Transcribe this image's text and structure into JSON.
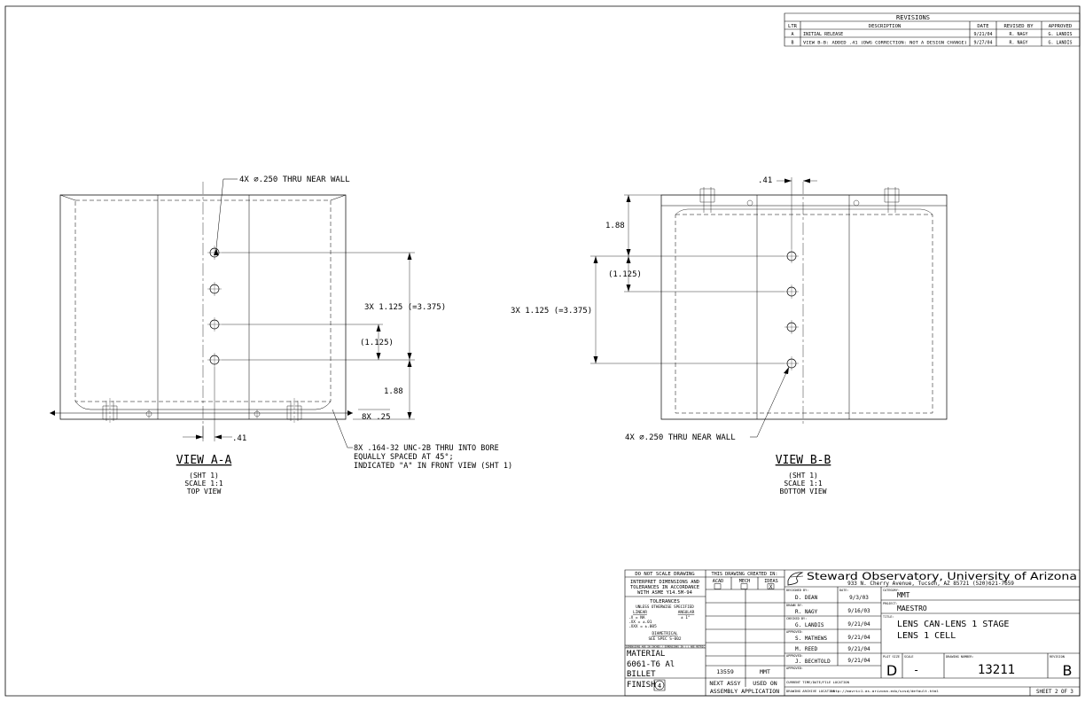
{
  "revisions": {
    "title": "REVISIONS",
    "headers": [
      "LTR",
      "DESCRIPTION",
      "DATE",
      "REVISED BY",
      "APPROVED"
    ],
    "rows": [
      [
        "A",
        "INITIAL RELEASE",
        "9/21/04",
        "R. NAGY",
        "G. LANDIS"
      ],
      [
        "B",
        "VIEW B-B: ADDED .41 (DWG CORRECTION: NOT A DESIGN CHANGE)",
        "9/27/04",
        "R. NAGY",
        "G. LANDIS"
      ]
    ]
  },
  "view_aa": {
    "title": "VIEW A-A",
    "sub": [
      "(SHT 1)",
      "SCALE 1:1",
      "TOP VIEW"
    ],
    "note_holes": "4X ⌀.250 THRU NEAR WALL",
    "dim_pattern": "3X 1.125 (=3.375)",
    "dim_ref": "(1.125)",
    "dim_edge": "1.88",
    "dim_offset": ".41",
    "dim_chamfer": "8X .25",
    "note_tapped": [
      "8X .164-32 UNC-2B THRU INTO BORE",
      "EQUALLY SPACED AT 45°;",
      "INDICATED \"A\" IN FRONT VIEW (SHT 1)"
    ]
  },
  "view_bb": {
    "title": "VIEW B-B",
    "sub": [
      "(SHT 1)",
      "SCALE 1:1",
      "BOTTOM VIEW"
    ],
    "note_holes": "4X ⌀.250 THRU NEAR WALL",
    "dim_pattern": "3X 1.125 (=3.375)",
    "dim_ref": "(1.125)",
    "dim_edge": "1.88",
    "dim_offset": ".41"
  },
  "title_block": {
    "scale_note": "DO NOT SCALE DRAWING",
    "interpret": [
      "INTERPRET DIMENSIONS AND",
      "TOLERANCES IN ACCORDANCE",
      "WITH ASME Y14.5M-94"
    ],
    "tolerances_title": "TOLERANCES",
    "tolerances_sub": "UNLESS OTHERWISE SPECIFIED",
    "linear_label": "LINEAR",
    "angular_label": "ANGULAR",
    "tol_lines": [
      ".X  = NA",
      ".XX  = ±.01",
      ".XXX = ±.005"
    ],
    "angular_value": "± 1°",
    "diametrical_label": "DIAMETRICAL",
    "diametrical_value": "SEE SPEC S-002",
    "fine_print": "DIMENSIONS ARE IN INCHES / DIMENSIONS IN ( ) ARE METRIC",
    "material_label": "MATERIAL",
    "material": [
      "6061-T6 Al",
      "BILLET"
    ],
    "finish_label": "FINISH",
    "finish_value": "4",
    "created_in": "THIS DRAWING CREATED IN:",
    "cad_options": [
      "ACAD",
      "MECH",
      "IDEAS"
    ],
    "cad_checked": "X",
    "next_assy_num": "13559",
    "used_on_val": "MMT",
    "next_assy_label": "NEXT ASSY",
    "used_on_label": "USED ON",
    "assembly_application": "ASSEMBLY APPLICATION",
    "org_name": "Steward Observatory, University of Arizona",
    "org_address": "933 N. Cherry Avenue, Tucson, AZ  85721  (520)621-7659",
    "signoffs": [
      {
        "label": "DESIGNED BY:",
        "name": "D. DEAN",
        "date_label": "DATE:",
        "date": "9/3/03"
      },
      {
        "label": "DRAWN BY:",
        "name": "R. NAGY",
        "date": "9/16/03"
      },
      {
        "label": "CHECKED BY:",
        "name": "G. LANDIS",
        "date": "9/21/04"
      },
      {
        "label": "APPROVED:",
        "name": "S. MATHEWS",
        "date": "9/21/04"
      },
      {
        "label": "",
        "name": "M. REED",
        "date": "9/21/04"
      },
      {
        "label": "APPROVED:",
        "name": "J. BECHTOLD",
        "date": "9/21/04"
      },
      {
        "label": "APPROVED:",
        "name": "",
        "date": ""
      }
    ],
    "category_label": "CATEGORY:",
    "category": "MMT",
    "project_label": "PROJECT:",
    "project": "MAESTRO",
    "title_label": "TITLE:",
    "title": [
      "LENS CAN-LENS 1 STAGE",
      "LENS 1 CELL"
    ],
    "plot_size_label": "PLOT SIZE",
    "plot_size": "D",
    "scale_label": "SCALE",
    "scale": "-",
    "drawing_number_label": "DRAWING NUMBER:",
    "drawing_number": "13211",
    "revision_label": "REVISION",
    "revision": "B",
    "current_time_label": "CURRENT TIME/DATE/FILE LOCATION",
    "archive_label": "DRAWING ARCHIVE LOCATION",
    "archive_url": "http://mavric1.as.arizona.edu/scsd/default.html",
    "sheet": "SHEET 2 OF 3"
  }
}
